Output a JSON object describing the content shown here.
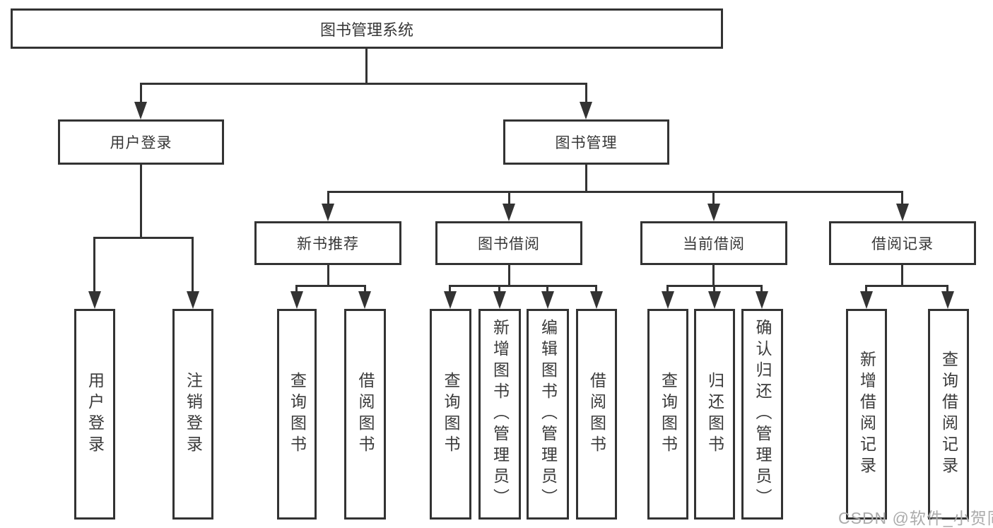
{
  "diagram": {
    "root": "图书管理系统",
    "branches": [
      {
        "label": "用户登录",
        "children": [
          "用户登录",
          "注销登录"
        ]
      },
      {
        "label": "图书管理",
        "sections": [
          {
            "label": "新书推荐",
            "children": [
              "查询图书",
              "借阅图书"
            ]
          },
          {
            "label": "图书借阅",
            "children": [
              "查询图书",
              "新增图书（管理员）",
              "编辑图书（管理员）",
              "借阅图书"
            ]
          },
          {
            "label": "当前借阅",
            "children": [
              "查询图书",
              "归还图书",
              "确认归还（管理员）"
            ]
          },
          {
            "label": "借阅记录",
            "children": [
              "新增借阅记录",
              "查询借阅记录"
            ]
          }
        ]
      }
    ]
  },
  "watermark": "CSDN @软件_小贺同学",
  "colors": {
    "line": "#333333",
    "text": "#3a3a3a",
    "watermark": "#ababab",
    "background": "#ffffff"
  }
}
